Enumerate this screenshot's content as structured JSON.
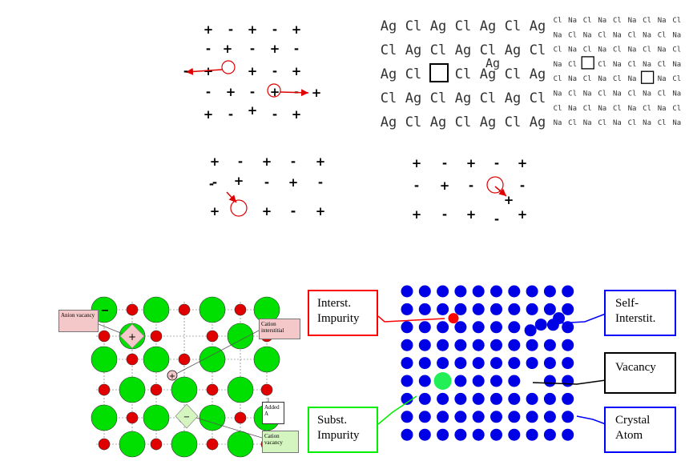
{
  "signs": {
    "plus": "+",
    "minus": "-"
  },
  "agcl_panel": {
    "rows": [
      [
        "Ag",
        "Cl",
        "Ag",
        "Cl",
        "Ag",
        "Cl",
        "Ag"
      ],
      [
        "Cl",
        "Ag",
        "Cl",
        "Ag",
        "Cl",
        "Ag",
        "Cl"
      ],
      [
        "Ag",
        "Cl",
        "",
        "Cl",
        "Ag",
        "Cl",
        "Ag"
      ],
      [
        "Cl",
        "Ag",
        "Cl",
        "Ag",
        "Cl",
        "Ag",
        "Cl"
      ],
      [
        "Ag",
        "Cl",
        "Ag",
        "Cl",
        "Ag",
        "Cl",
        "Ag"
      ]
    ],
    "interstitial": "Ag"
  },
  "nacl_panel": {
    "rows": [
      [
        "Cl",
        "Na",
        "Cl",
        "Na",
        "Cl",
        "Na",
        "Cl",
        "Na",
        "Cl"
      ],
      [
        "Na",
        "Cl",
        "Na",
        "Cl",
        "Na",
        "Cl",
        "Na",
        "Cl",
        "Na"
      ],
      [
        "Cl",
        "Na",
        "Cl",
        "Na",
        "Cl",
        "Na",
        "Cl",
        "Na",
        "Cl"
      ],
      [
        "Na",
        "Cl",
        "",
        "Cl",
        "Na",
        "Cl",
        "Na",
        "Cl",
        "Na"
      ],
      [
        "Cl",
        "Na",
        "Cl",
        "Na",
        "Cl",
        "Na",
        "",
        "Na",
        "Cl"
      ],
      [
        "Na",
        "Cl",
        "Na",
        "Cl",
        "Na",
        "Cl",
        "Na",
        "Cl",
        "Na"
      ],
      [
        "Cl",
        "Na",
        "Cl",
        "Na",
        "Cl",
        "Na",
        "Cl",
        "Na",
        "Cl"
      ],
      [
        "Na",
        "Cl",
        "Na",
        "Cl",
        "Na",
        "Cl",
        "Na",
        "Cl",
        "Na"
      ]
    ]
  },
  "ionic_defects_panel": {
    "labels": {
      "anion_vacancy": "Anion vacancy",
      "cation_interstitial": "Cation interstitial",
      "added_a": "Added A",
      "cation_vacancy": "Cation vacancy"
    },
    "marks": {
      "anion_vacancy": "+",
      "interstitial": "+",
      "cation_vacancy": "−",
      "corner": "−"
    },
    "colors": {
      "anion": "#00e000",
      "cation": "#e00000",
      "callout_pink": "#f4c8c8",
      "callout_green": "#d4f5c0"
    }
  },
  "point_defects_panel": {
    "labels": {
      "interstitial_impurity": "Interst. Impurity",
      "self_interstitial": "Self- Interstit.",
      "vacancy": "Vacancy",
      "substitutional_impurity": "Subst. Impurity",
      "crystal_atom": "Crystal Atom"
    },
    "colors": {
      "atom": "#0000e6",
      "impurity_small": "#ff0000",
      "impurity_large": "#22ee55",
      "box_red": "#ff0000",
      "box_blue": "#0000ff",
      "box_black": "#000000",
      "box_green": "#00ee00"
    }
  }
}
